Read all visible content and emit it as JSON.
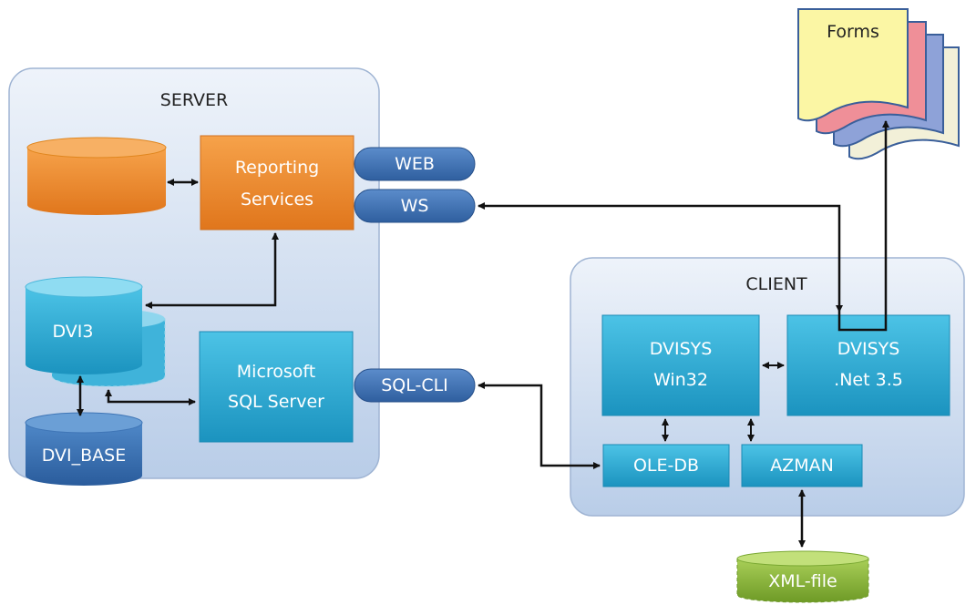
{
  "server": {
    "label": "SERVER"
  },
  "client": {
    "label": "CLIENT"
  },
  "nodes": {
    "reporting_services": {
      "line1": "Reporting",
      "line2": "Services"
    },
    "web": {
      "label": "WEB"
    },
    "ws": {
      "label": "WS"
    },
    "dvi3": {
      "label": "DVI3"
    },
    "dvi_base": {
      "label": "DVI_BASE"
    },
    "ms_sql_server": {
      "line1": "Microsoft",
      "line2": "SQL Server"
    },
    "sql_cli": {
      "label": "SQL-CLI"
    },
    "dvisys_win32": {
      "line1": "DVISYS",
      "line2": "Win32"
    },
    "dvisys_net": {
      "line1": "DVISYS",
      "line2": ".Net 3.5"
    },
    "ole_db": {
      "label": "OLE-DB"
    },
    "azman": {
      "label": "AZMAN"
    },
    "xml_file": {
      "label": "XML-file"
    },
    "forms": {
      "label": "Forms"
    }
  },
  "colors": {
    "panel": "#c6d6ec",
    "orange": "#ec8a2c",
    "teal": "#23a8cf",
    "pill": "#3a6fb0",
    "green": "#8ab63a"
  }
}
